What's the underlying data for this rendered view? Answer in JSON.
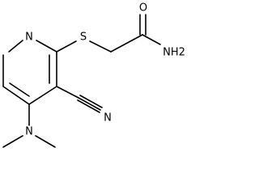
{
  "atoms": {
    "n_ring": "N",
    "s": "S",
    "o": "O",
    "nh2": "NH2",
    "n_nitrile": "N",
    "n_dimethyl": "N"
  }
}
